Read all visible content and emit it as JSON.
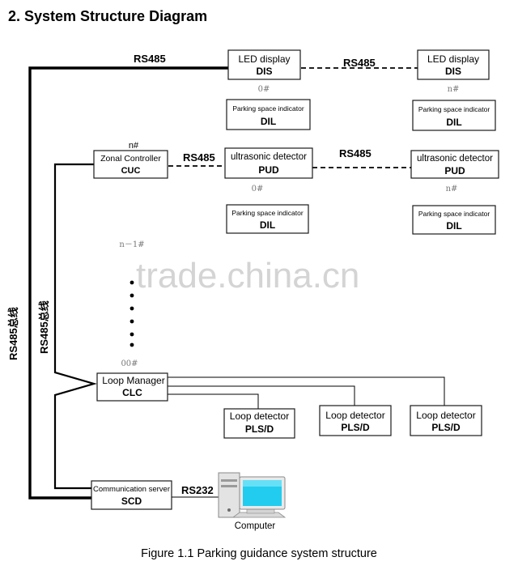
{
  "heading": "2. System Structure Diagram",
  "bus_labels": {
    "rs485_top": "RS485",
    "rs485_dis": "RS485",
    "rs485_cuc": "RS485",
    "rs485_pud": "RS485",
    "rs232": "RS232",
    "vertical_outer": "RS485总线",
    "vertical_inner": "RS485总线"
  },
  "nodes": {
    "led_display_1": {
      "line1": "LED display",
      "line2": "DIS"
    },
    "led_display_2": {
      "line1": "LED display",
      "line2": "DIS"
    },
    "dil_1": {
      "line1": "Parking space indicator",
      "line2": "DIL"
    },
    "dil_2": {
      "line1": "Parking space indicator",
      "line2": "DIL"
    },
    "dil_3": {
      "line1": "Parking space indicator",
      "line2": "DIL"
    },
    "dil_4": {
      "line1": "Parking space indicator",
      "line2": "DIL"
    },
    "pud_1": {
      "line1": "ultrasonic detector",
      "line2": "PUD"
    },
    "pud_2": {
      "line1": "ultrasonic detector",
      "line2": "PUD"
    },
    "cuc": {
      "line1": "Zonal Controller",
      "line2": "CUC"
    },
    "clc": {
      "line1": "Loop Manager",
      "line2": "CLC"
    },
    "pls_1": {
      "line1": "Loop detector",
      "line2": "PLS/D"
    },
    "pls_2": {
      "line1": "Loop detector",
      "line2": "PLS/D"
    },
    "pls_3": {
      "line1": "Loop detector",
      "line2": "PLS/D"
    },
    "scd": {
      "line1": "Communication server",
      "line2": "SCD"
    }
  },
  "numbers": {
    "dis_1": "0#",
    "dis_2": "n#",
    "cuc": "n#",
    "pud_1": "0#",
    "pud_2": "n#",
    "n_minus_1": "n－1#",
    "zero_zero": "00#"
  },
  "computer_label": "Computer",
  "watermark": "trade.china.cn",
  "caption": "Figure 1.1 Parking guidance system structure"
}
